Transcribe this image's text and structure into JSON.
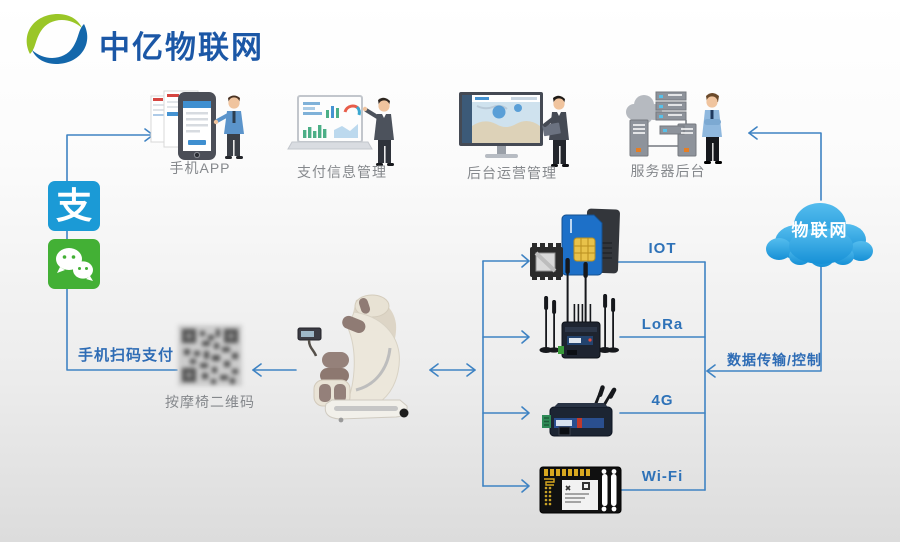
{
  "logo": {
    "title": "中亿物联网"
  },
  "top_row": {
    "items": [
      {
        "id": "mobile-app",
        "label": "手机APP"
      },
      {
        "id": "payment-info",
        "label": "支付信息管理"
      },
      {
        "id": "backend-ops",
        "label": "后台运营管理"
      },
      {
        "id": "server-backend",
        "label": "服务器后台"
      }
    ]
  },
  "cloud": {
    "label": "物联网"
  },
  "payments": {
    "alipay_glyph": "支",
    "alipay_name": "alipay",
    "wechat_name": "wechat"
  },
  "left_flow": {
    "scan_label": "手机扫码支付",
    "qr_caption": "按摩椅二维码"
  },
  "devices": {
    "items": [
      {
        "id": "iot",
        "label": "IOT"
      },
      {
        "id": "lora",
        "label": "LoRa"
      },
      {
        "id": "4g",
        "label": "4G"
      },
      {
        "id": "wifi",
        "label": "Wi-Fi"
      }
    ]
  },
  "right_flow": {
    "transfer_label": "数据传输/控制"
  },
  "colors": {
    "connector": "#3f83c3",
    "label_blue": "#2e6cb5",
    "label_gray": "#85888c",
    "cloud_blue": "#29a3e2",
    "alipay_blue": "#1b9ad6",
    "wechat_green": "#43b035",
    "logo_green": "#9ac627",
    "logo_blue": "#1467ab",
    "logo_text_blue": "#1b57a6"
  }
}
